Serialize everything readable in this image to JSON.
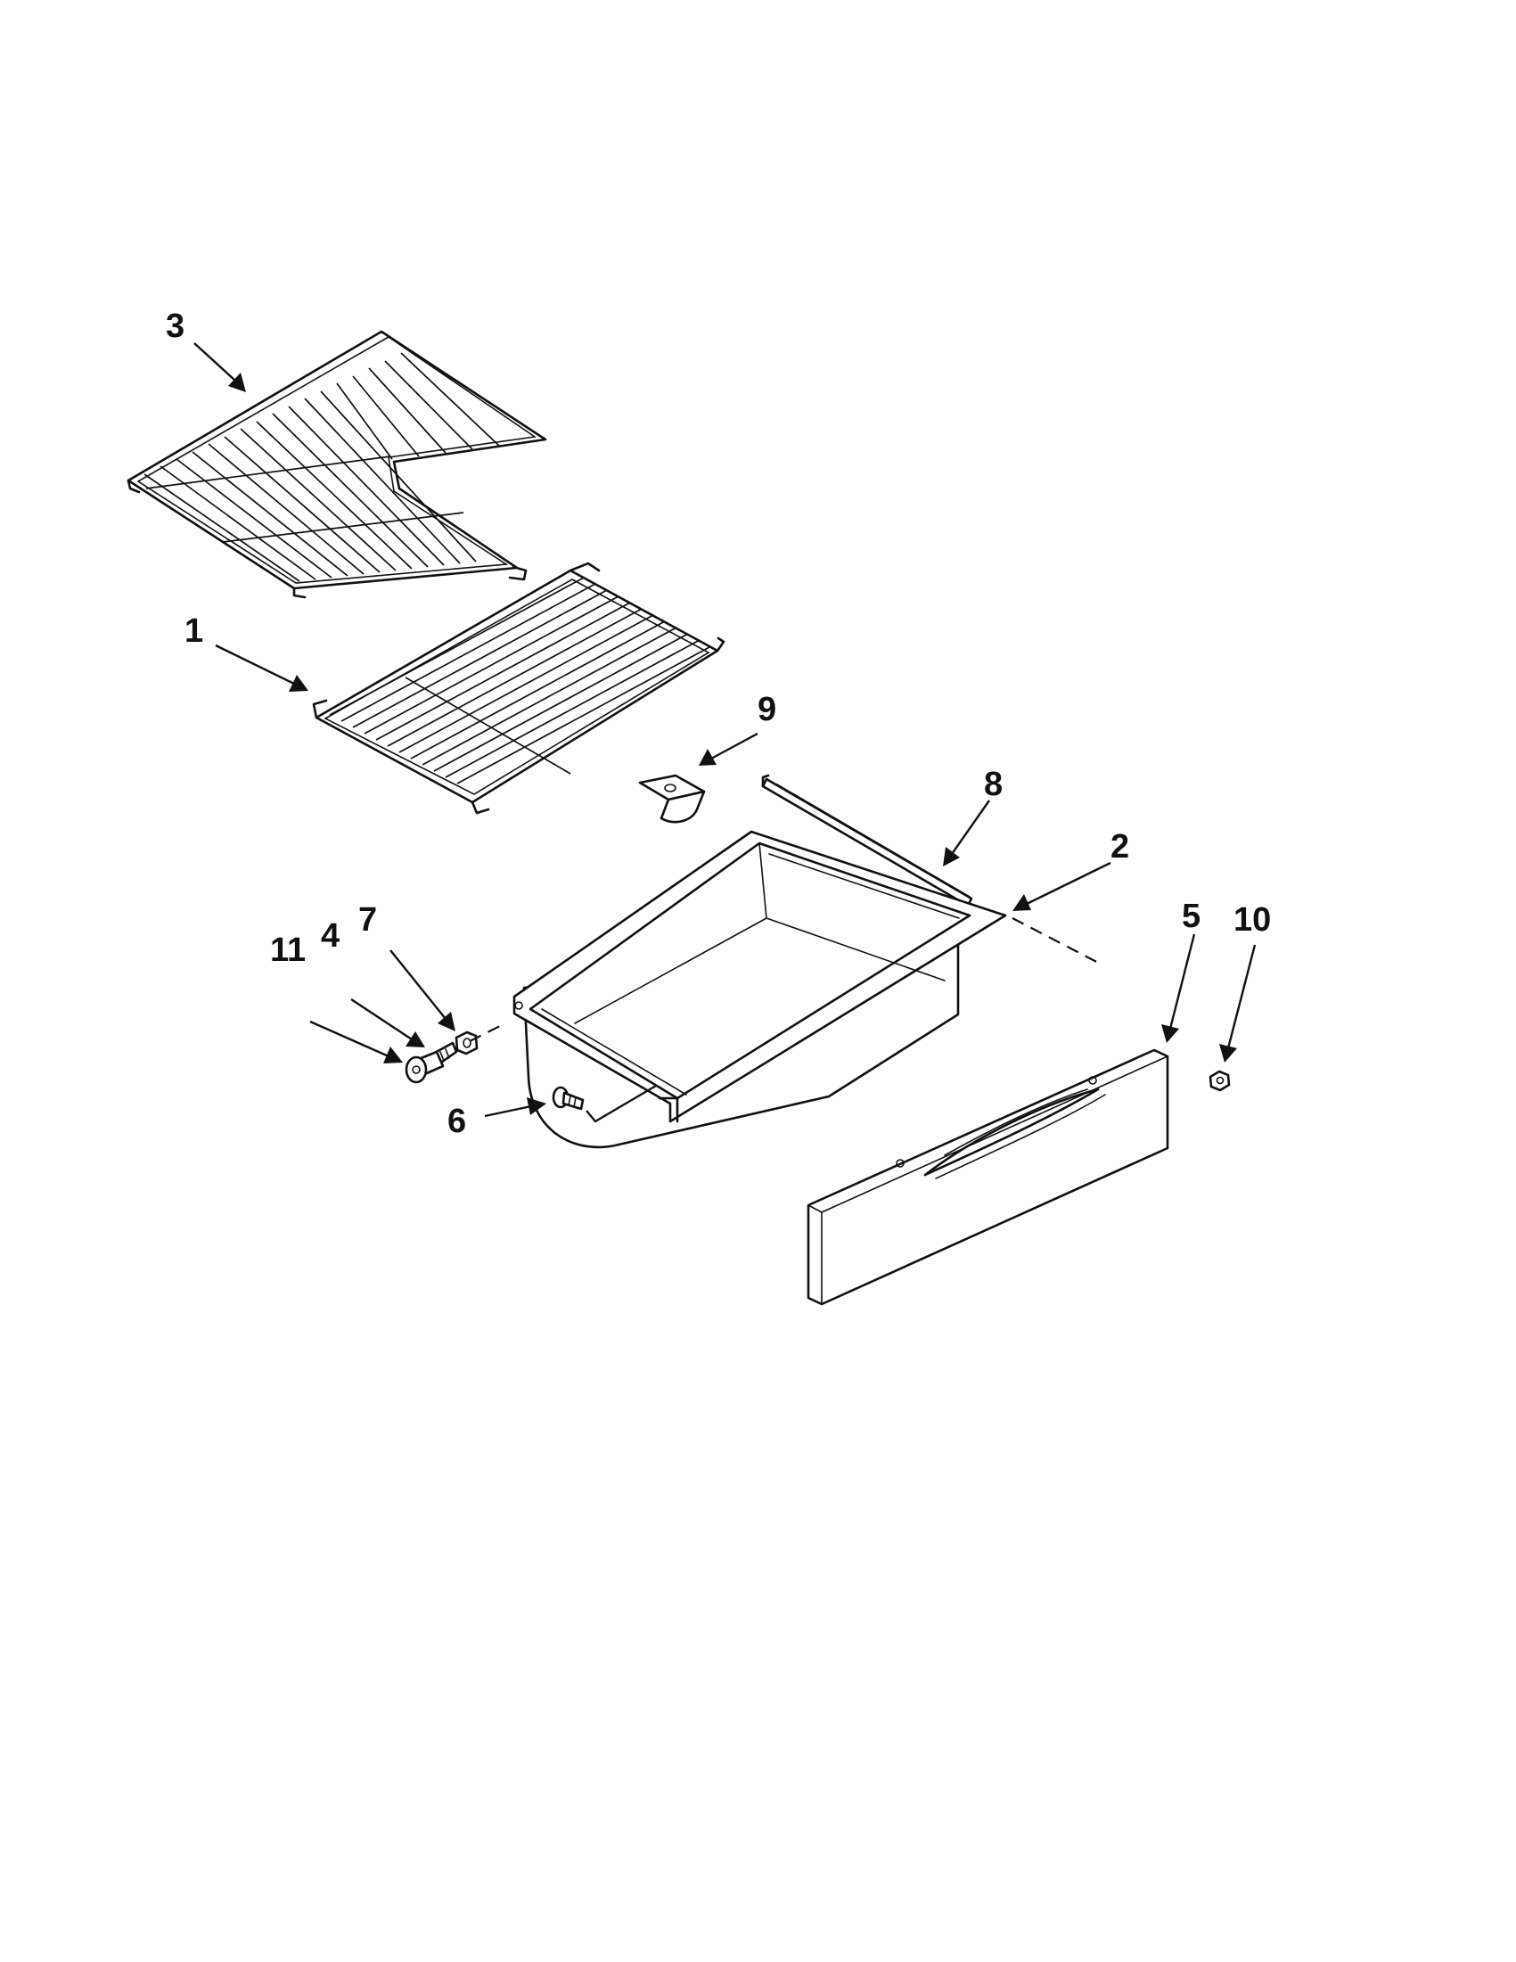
{
  "callouts": {
    "rack_upper": "3",
    "rack_lower": "1",
    "bracket": "9",
    "slide_rail": "8",
    "drawer": "2",
    "drawer_panel": "5",
    "nut": "10",
    "spacer": "7",
    "stud": "4",
    "knob": "11",
    "screw": "6"
  }
}
